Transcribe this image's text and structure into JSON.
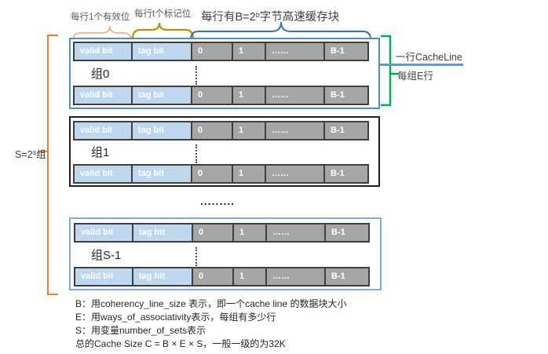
{
  "title_labels": {
    "valid": "每行1个有效位",
    "tag": "每行t个标记位",
    "block_prefix": "每行有B=2",
    "block_sup": "b",
    "block_suffix": "字节高速缓存块"
  },
  "side_labels": {
    "cacheline": "一行CacheLine",
    "set_lines": "每组E行",
    "sets_prefix": "S=2",
    "sets_sup": "s",
    "sets_suffix": "组"
  },
  "row_cells": [
    "valid bit",
    "tag bit",
    "0",
    "1",
    "……",
    "B-1"
  ],
  "groups": [
    {
      "label": "组0"
    },
    {
      "label": "组1"
    },
    {
      "label": "组S-1"
    }
  ],
  "gap_ellipsis": ".........",
  "notes": [
    "B：用coherency_line_size 表示，即一个cache line 的数据块大小",
    "E：用ways_of_associativity表示，每组有多少行",
    "S：用变量number_of_sets表示",
    "总的Cache Size C = B × E × S，一般一级的为32K"
  ],
  "colors": {
    "bit_cell": "#BDD7EE",
    "block_cell": "#A6A6A6",
    "cell_border": "#3F3F3F",
    "group0_border": "#4A90D5",
    "group1_border": "#1F1F1F",
    "groupS_border": "#7FACDE",
    "bracket_green": "#00B050",
    "bracket_orange": "#ED7D31",
    "brace_peach": "#F4B183",
    "brace_gold": "#BF9000",
    "brace_blue": "#2E75B6",
    "cacheline_rule": "#5B9BD5"
  }
}
